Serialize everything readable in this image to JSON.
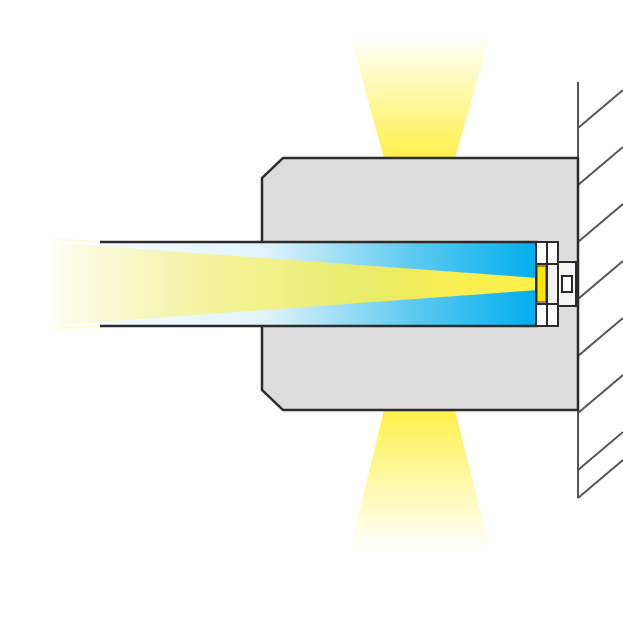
{
  "colors": {
    "background": "#ffffff",
    "housing_fill": "#dcdcdc",
    "outline": "#2b2b2b",
    "light_yellow": "#fff04a",
    "diffuser_blue": "#00aeef",
    "diffuser_light": "#d8f1fb",
    "led_chip": "#ffe600",
    "wall_hatch": "#555555"
  },
  "parts": {
    "wall": "hatched-wall",
    "housing": "gray-housing",
    "diffuser": "blue-gradient-diffuser",
    "led": "yellow-led-chip",
    "beams": [
      "top-light-beam",
      "bottom-light-beam",
      "side-light-beam"
    ]
  }
}
